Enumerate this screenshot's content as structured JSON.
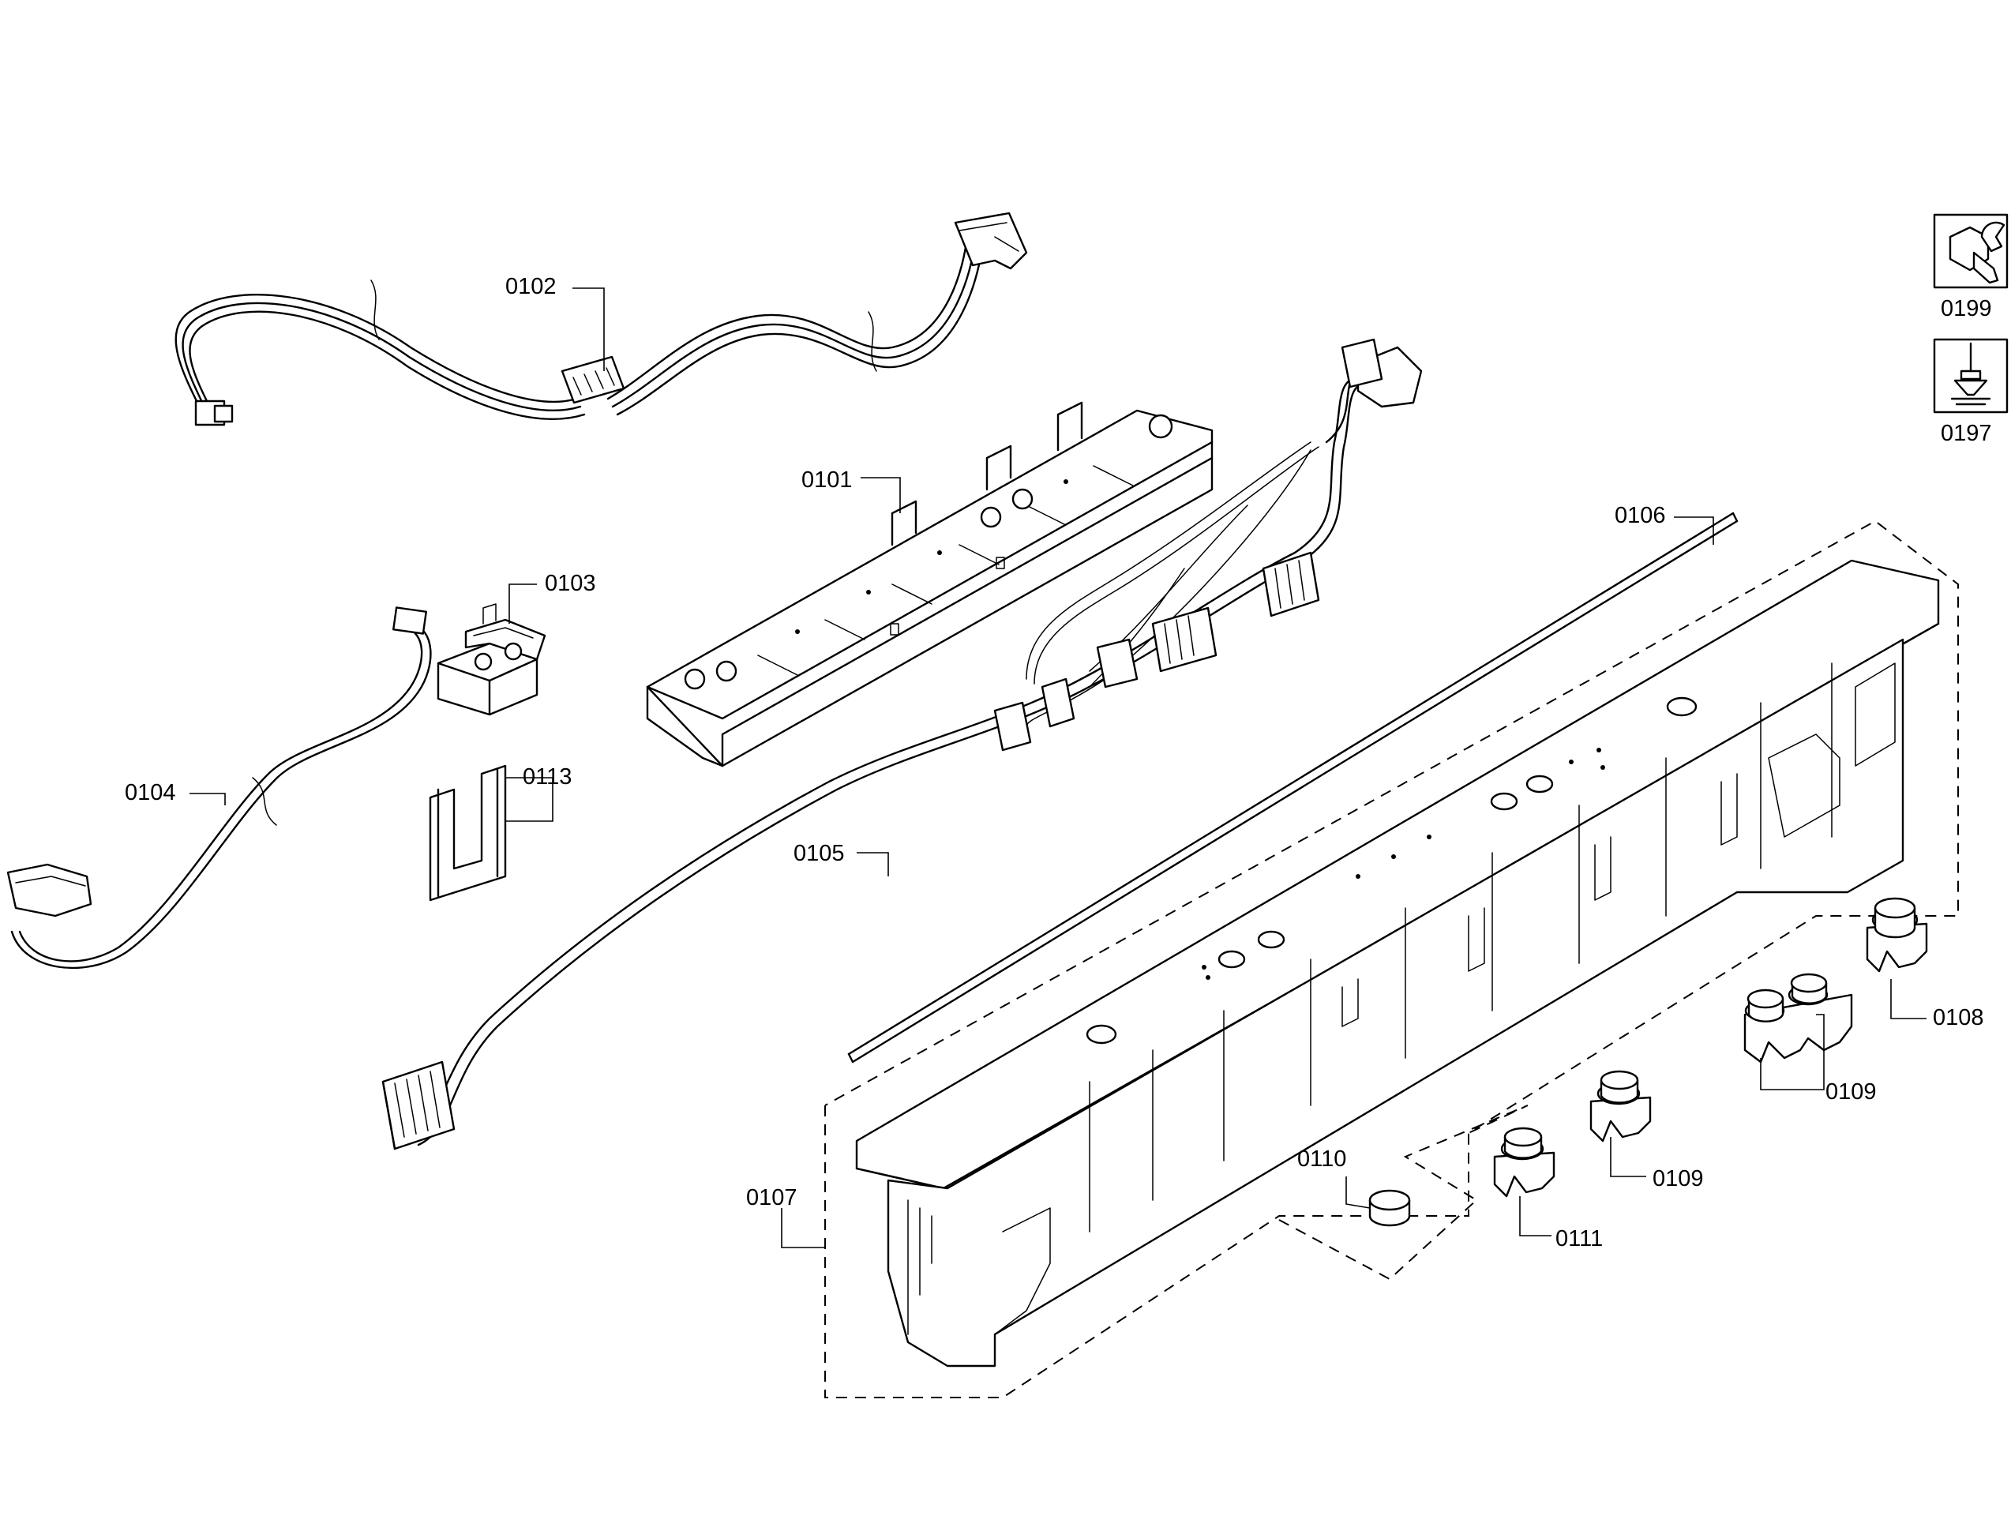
{
  "parts": [
    {
      "id": "p0101",
      "label": "0101"
    },
    {
      "id": "p0102",
      "label": "0102"
    },
    {
      "id": "p0103",
      "label": "0103"
    },
    {
      "id": "p0104",
      "label": "0104"
    },
    {
      "id": "p0105",
      "label": "0105"
    },
    {
      "id": "p0106",
      "label": "0106"
    },
    {
      "id": "p0107",
      "label": "0107"
    },
    {
      "id": "p0108",
      "label": "0108"
    },
    {
      "id": "p0109a",
      "label": "0109"
    },
    {
      "id": "p0109b",
      "label": "0109"
    },
    {
      "id": "p0110",
      "label": "0110"
    },
    {
      "id": "p0111",
      "label": "0111"
    },
    {
      "id": "p0113",
      "label": "0113"
    }
  ],
  "tools": [
    {
      "id": "t0199",
      "label": "0199",
      "icon": "wrench-nut-icon"
    },
    {
      "id": "t0197",
      "label": "0197",
      "icon": "screwdriver-icon"
    }
  ]
}
